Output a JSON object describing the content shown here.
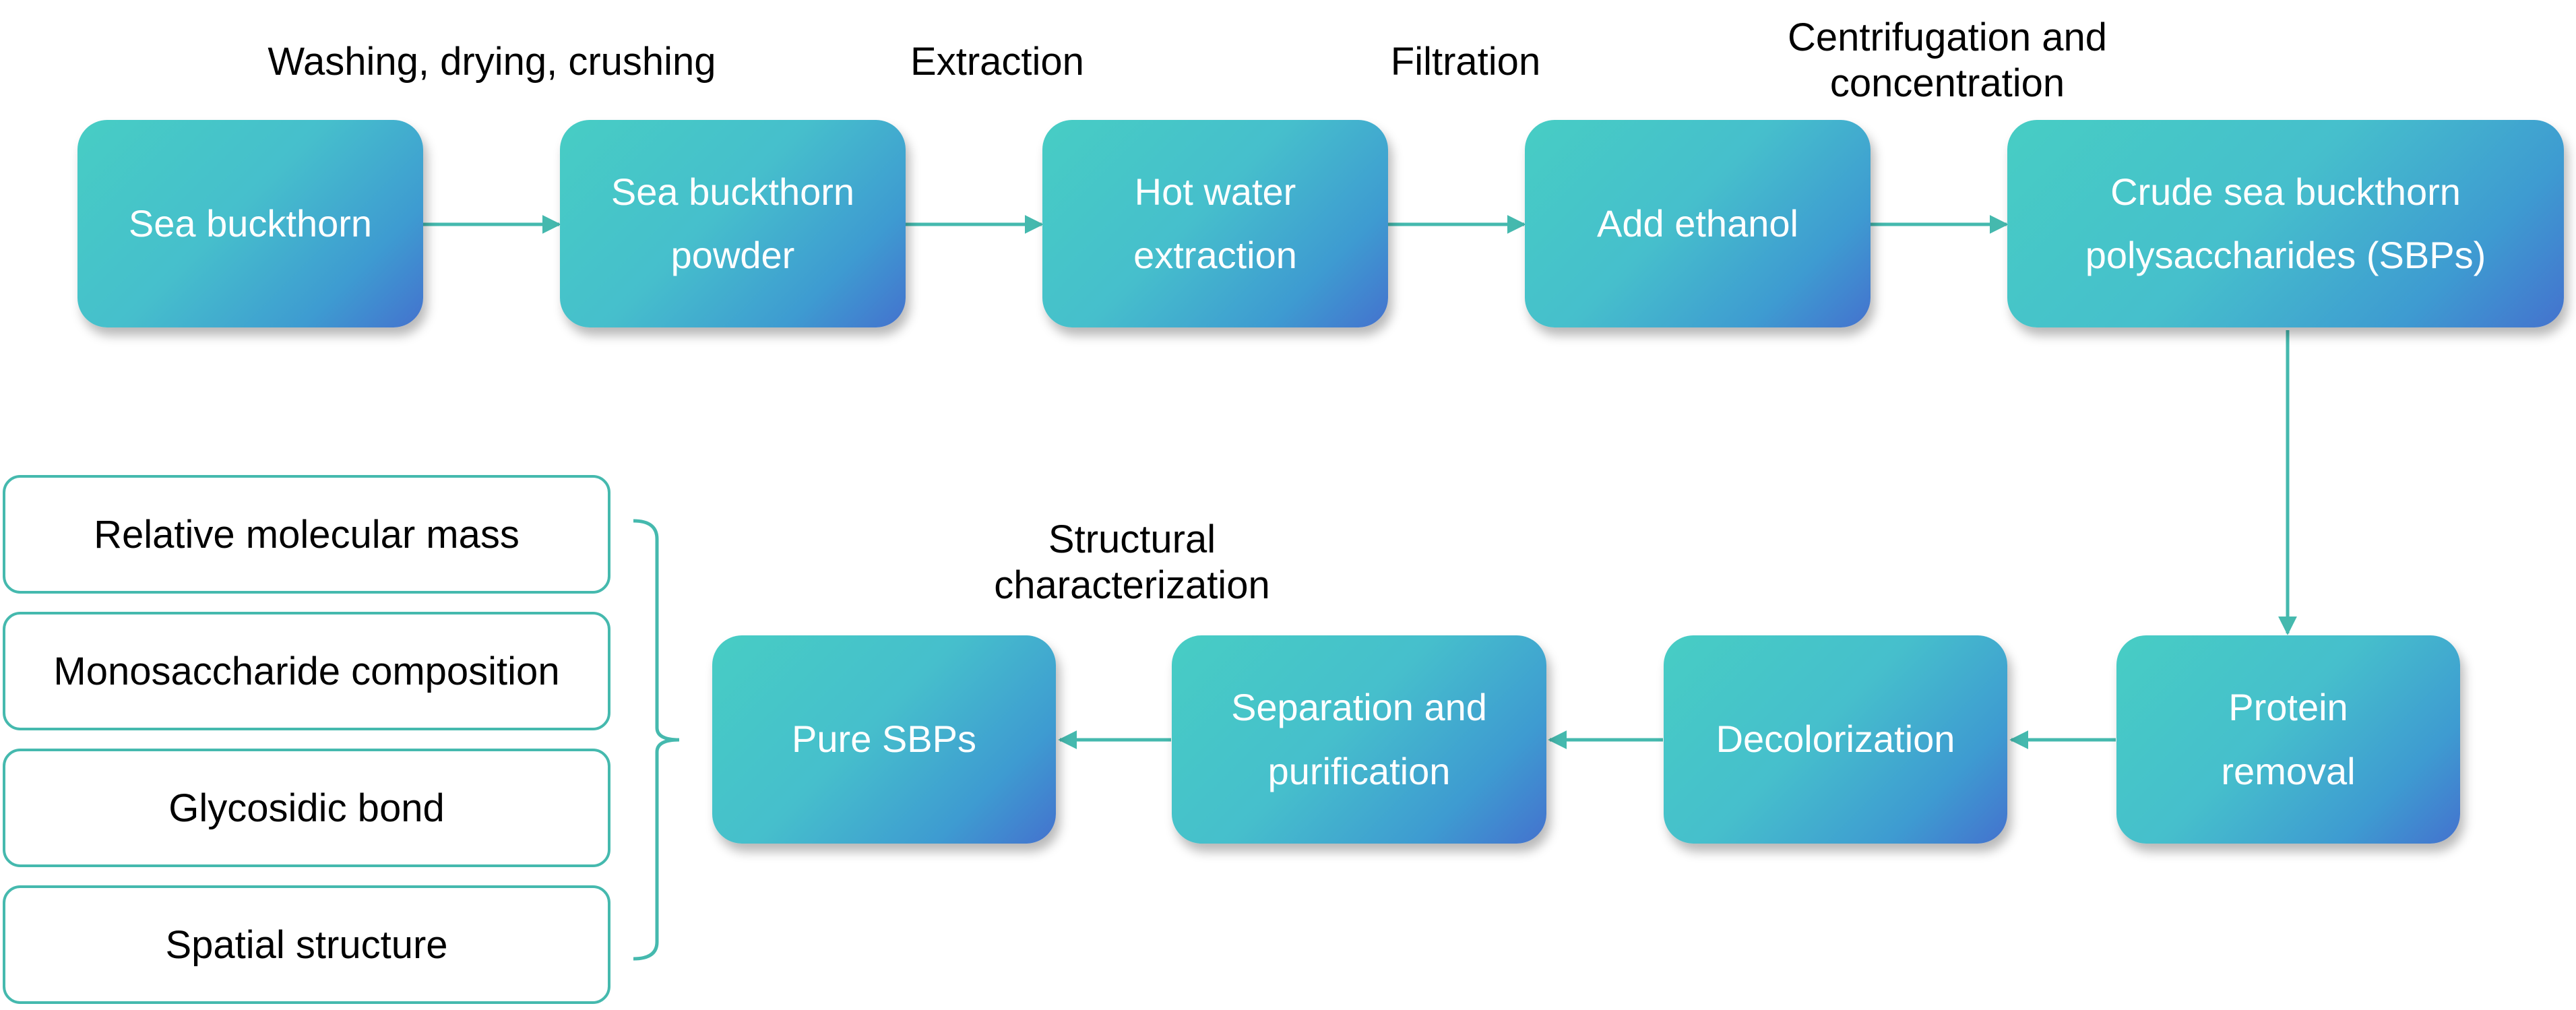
{
  "colors": {
    "accent": "#45b9ae",
    "box_gradient_start": "#47cdc4",
    "box_gradient_end": "#4472ce"
  },
  "steps": {
    "sea_buckthorn": "Sea buckthorn",
    "powder": "Sea buckthorn\npowder",
    "hot_water": "Hot water\nextraction",
    "ethanol": "Add ethanol",
    "crude": "Crude sea buckthorn\npolysaccharides (SBPs)",
    "protein": "Protein\nremoval",
    "decolor": "Decolorization",
    "separation": "Separation and\npurification",
    "pure": "Pure SBPs"
  },
  "process_labels": {
    "washing": "Washing, drying, crushing",
    "extraction": "Extraction",
    "filtration": "Filtration",
    "centrifugation": "Centrifugation and\nconcentration",
    "structural": "Structural\ncharacterization"
  },
  "characterization": [
    "Relative molecular mass",
    "Monosaccharide composition",
    "Glycosidic bond",
    "Spatial structure"
  ]
}
